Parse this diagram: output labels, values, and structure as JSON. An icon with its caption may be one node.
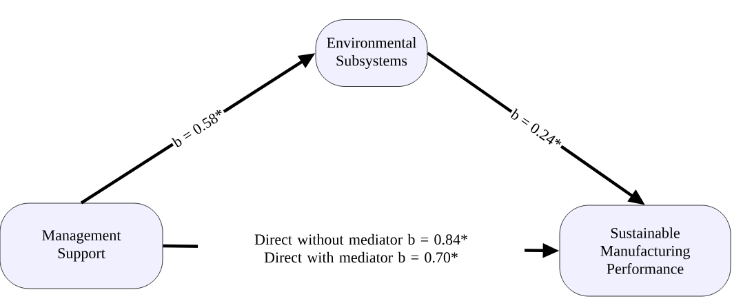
{
  "diagram": {
    "nodes": [
      {
        "text": [
          "Environmental Subsystems"
        ]
      },
      {
        "text": [
          "Management Support"
        ]
      },
      {
        "text": [
          "Sustainable Manufacturing Performance"
        ]
      }
    ],
    "edges": [
      {
        "from": 1,
        "to": 0,
        "arrow": "to",
        "label": "b = 0.58*"
      },
      {
        "from": 0,
        "to": 2,
        "arrow": "to",
        "label": "b = 0.24*"
      },
      {
        "from": 1,
        "to": 2,
        "arrow": "to",
        "label": "Direct without mediator b = 0.84* Direct with mediator b = 0.70*"
      }
    ]
  }
}
